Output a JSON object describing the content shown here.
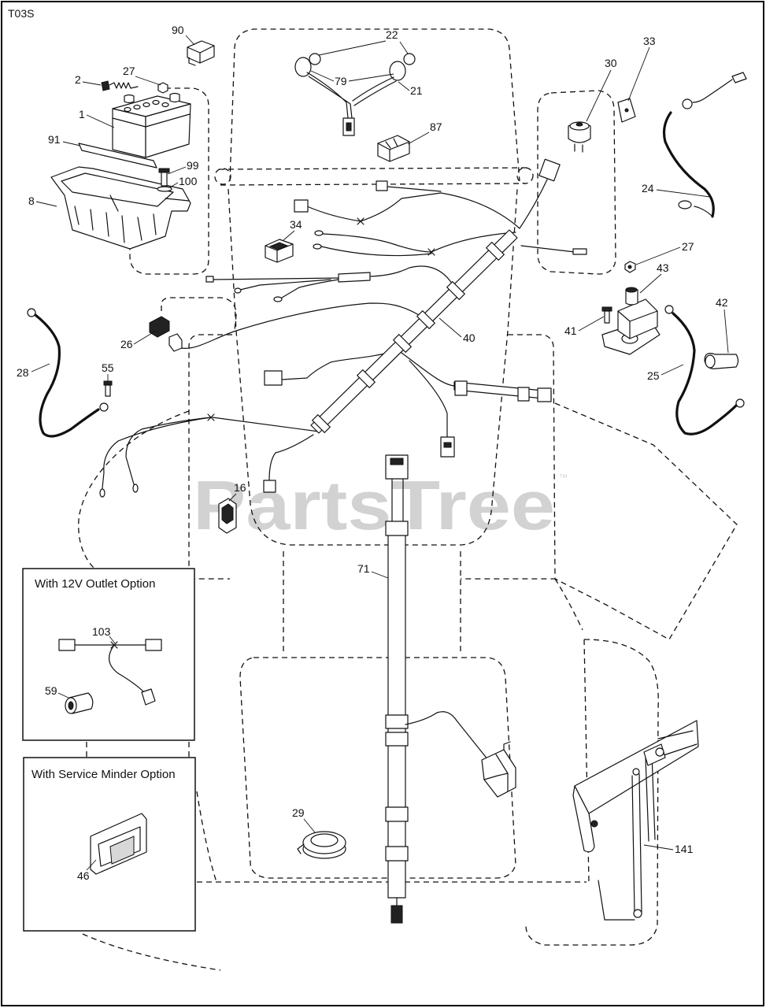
{
  "diagram_code": "T03S",
  "watermark": {
    "text": "PartsTree",
    "mark": "™"
  },
  "callouts": [
    "90",
    "22",
    "33",
    "2",
    "27",
    "30",
    "79",
    "21",
    "1",
    "87",
    "91",
    "99",
    "100",
    "8",
    "24",
    "34",
    "27",
    "43",
    "42",
    "41",
    "26",
    "40",
    "28",
    "55",
    "25",
    "16",
    "71",
    "103",
    "59",
    "29",
    "46",
    "141"
  ],
  "option_boxes": {
    "outlet_12v": {
      "title": "With 12V Outlet Option"
    },
    "service_minder": {
      "title": "With Service Minder Option"
    }
  }
}
